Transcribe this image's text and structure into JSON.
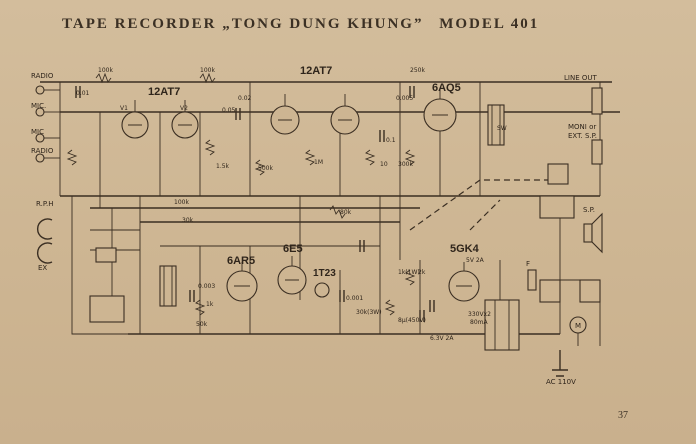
{
  "header": {
    "title": "TAPE RECORDER „TONG DUNG KHUNG”",
    "model": "MODEL 401"
  },
  "page_number": "37",
  "tubes": {
    "t1": "12AT7",
    "t2": "12AT7",
    "t3": "6AQ5",
    "t4": "6AR5",
    "t5": "6E5",
    "t6": "5GK4",
    "t7": "1T23"
  },
  "inputs": {
    "radio1": "RADIO",
    "mic1": "MIC.",
    "mic2": "MIC",
    "radio2": "RADIO",
    "rph": "R.P.H",
    "ex": "EX"
  },
  "outputs": {
    "line_out": "LINE OUT",
    "moni": "MONI or",
    "ext_sp": "EXT. S.P.",
    "sp": "S.P.",
    "ac": "AC 110V",
    "m": "M",
    "sw": "SW"
  },
  "components": {
    "r100k_a": "100k",
    "r100k_b": "100k",
    "r100k_c": "100k",
    "c001_a": "0.01",
    "c005": "0.05",
    "c02": "0.02",
    "r250k": "250k",
    "r500k": "500k",
    "r1m": "1M",
    "r1k": "1k",
    "r80k": "80k",
    "r30k": "30k",
    "r50k": "50k",
    "c0001": "0.001",
    "c0003": "0.003",
    "c01": "0.1",
    "c10": "10",
    "r300k": "300k",
    "r15k": "1.5k",
    "c0005": "0.005",
    "r2k": "2k",
    "r1k_1w": "1k(1W)",
    "c8_450": "8µ(450V)",
    "c30k3w": "30k(3W)",
    "tr_spec": "330Vx2",
    "tr_ma": "80mA",
    "fil_a": "5V 2A",
    "fil_b": "6.3V 2A",
    "v1": "V1",
    "v2": "V2",
    "f": "F"
  }
}
